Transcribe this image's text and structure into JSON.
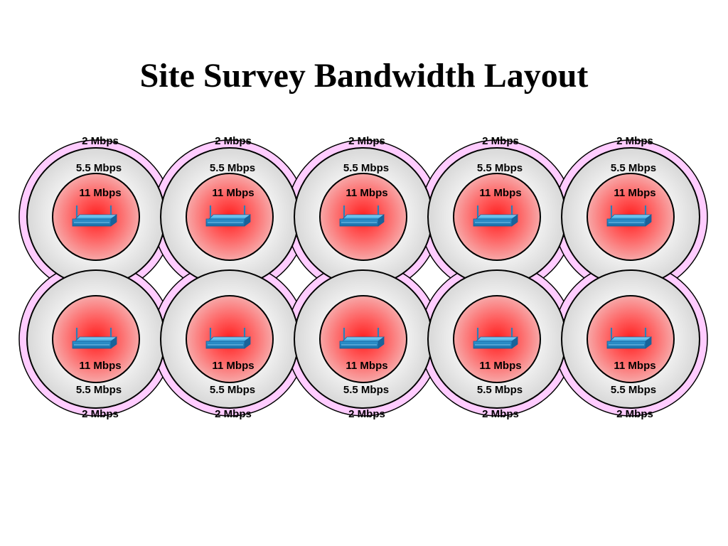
{
  "title": "Site Survey Bandwidth Layout",
  "colors": {
    "outer_ring": "#FFCCFF",
    "middle_ring": "#E6E6E6",
    "inner_core": "#FF2A2A",
    "inner_edge": "#F8A0A0",
    "access_point": "#2E9BD6",
    "outline": "#000000"
  },
  "icon": "wireless-access-point-icon",
  "zones": {
    "outer": "2 Mbps",
    "middle": "5.5 Mbps",
    "inner": "11 Mbps"
  },
  "cells": [
    {
      "row": 1,
      "col": 1,
      "outer_label": "2 Mbps",
      "middle_label": "5.5 Mbps",
      "inner_label": "11 Mbps"
    },
    {
      "row": 1,
      "col": 2,
      "outer_label": "2 Mbps",
      "middle_label": "5.5 Mbps",
      "inner_label": "11 Mbps"
    },
    {
      "row": 1,
      "col": 3,
      "outer_label": "2 Mbps",
      "middle_label": "5.5 Mbps",
      "inner_label": "11 Mbps"
    },
    {
      "row": 1,
      "col": 4,
      "outer_label": "2 Mbps",
      "middle_label": "5.5 Mbps",
      "inner_label": "11 Mbps"
    },
    {
      "row": 1,
      "col": 5,
      "outer_label": "2 Mbps",
      "middle_label": "5.5 Mbps",
      "inner_label": "11 Mbps"
    },
    {
      "row": 2,
      "col": 1,
      "outer_label": "2 Mbps",
      "middle_label": "5.5 Mbps",
      "inner_label": "11 Mbps"
    },
    {
      "row": 2,
      "col": 2,
      "outer_label": "2 Mbps",
      "middle_label": "5.5 Mbps",
      "inner_label": "11 Mbps"
    },
    {
      "row": 2,
      "col": 3,
      "outer_label": "2 Mbps",
      "middle_label": "5.5 Mbps",
      "inner_label": "11 Mbps"
    },
    {
      "row": 2,
      "col": 4,
      "outer_label": "2 Mbps",
      "middle_label": "5.5 Mbps",
      "inner_label": "11 Mbps"
    },
    {
      "row": 2,
      "col": 5,
      "outer_label": "2 Mbps",
      "middle_label": "5.5 Mbps",
      "inner_label": "11 Mbps"
    }
  ]
}
